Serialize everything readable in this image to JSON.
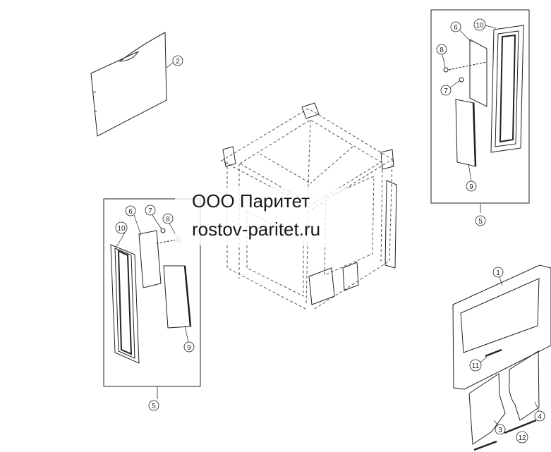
{
  "watermark": {
    "company": "ООО Паритет",
    "site": "rostov-paritet.ru"
  },
  "callouts": {
    "c1": "1",
    "c2": "2",
    "c3": "3",
    "c4": "4",
    "c5_left": "5",
    "c5_right": "5",
    "c6_left": "6",
    "c6_right": "6",
    "c7_left": "7",
    "c7_right": "7",
    "c8_left": "8",
    "c8_right": "8",
    "c9_left": "9",
    "c9_right": "9",
    "c10_left": "10",
    "c10_right": "10",
    "c11": "11",
    "c12": "12"
  },
  "colors": {
    "line": "#222222",
    "dash": "#555555",
    "paper": "#ffffff"
  }
}
